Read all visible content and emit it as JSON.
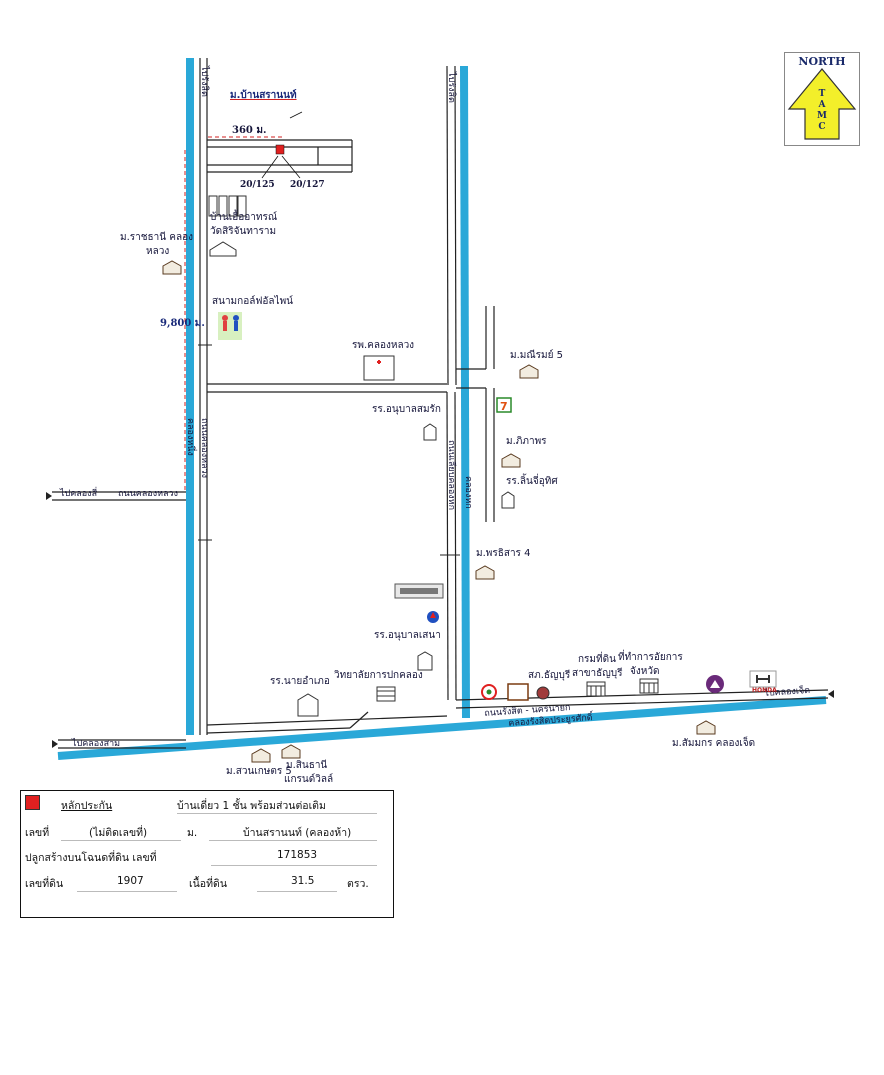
{
  "compass": {
    "label": "NORTH",
    "code": "TAMC"
  },
  "property": {
    "village_label": "ม.บ้านสรานนท์",
    "distance_short": "360 ม.",
    "distance_long": "9,800 ม.",
    "plot_a": "20/125",
    "plot_b": "20/127"
  },
  "roads": {
    "left_north": "ไปรังสิต",
    "right_north": "ไปรังสิต",
    "left_canal_vertical": "ถนนคลองหลวง",
    "right_canal_vertical": "ถนนเลียบคลองหก",
    "canal_left": "คลองหนึ่ง",
    "canal_right": "คลองหก",
    "to_klong_si": "ไปคลองสี่",
    "klong_luang_road": "ถนนคลองหลวง",
    "to_klong_sam": "ไปคลองสาม",
    "rangsit_road": "ถนนรังสิต - นครนายก",
    "canal_bottom": "คลองรังสิตประยูรศักดิ์",
    "to_klong_7": "ไปคลองเจ็ด"
  },
  "landmarks": {
    "eua_arthorn": "บ้านเอื้ออาทรณ์",
    "wat": "วัดสิริจันทาราม",
    "ratchathani": "ม.ราชธานี คลอง",
    "ratchathani2": "หลวง",
    "golf": "สนามกอล์ฟอัลไพน์",
    "hospital": "รพ.คลองหลวง",
    "manee": "ม.มณีรมย์ 5",
    "pipaporn": "ม.ภิภาพร",
    "linji": "รร.ลิ้นจี่อุทิศ",
    "kindergarten": "รร.อนุบาลสมรัก",
    "pornsiri": "ม.พรธิสาร 4",
    "anuban_sena": "รร.อนุบาลเสนา",
    "nai_amphur": "รร.นายอำเภอ",
    "college": "วิทยาลัยการปกคลอง",
    "suan_kaset": "ม.สวนเกษตร 5",
    "suanthani": "ม.สินธานี",
    "grand_ville": "แกรนด์วิลล์",
    "sor_kor": "สภ.ธัญบุรี",
    "land_dept": "กรมที่ดิน",
    "land_dept2": "สาขาธัญบุรี",
    "provincial": "ที่ทำการอัยการ",
    "provincial2": "จังหวัด",
    "sammakorn": "ม.สัมมกร คลองเจ็ด",
    "honda": "HONDA",
    "seven": "7"
  },
  "info": {
    "legend_title": "หลักประกัน",
    "house_type": "บ้านเดี่ยว 1 ชั้น พร้อมส่วนต่อเติม",
    "no_label": "เลขที่",
    "no_value": "(ไม่ติดเลขที่)",
    "moo_label": "ม.",
    "village_value": "บ้านสรานนท์ (คลองห้า)",
    "deed_label": "ปลูกสร้างบนโฉนดที่ดิน เลขที่",
    "deed_value": "171853",
    "land_no_label": "เลขที่ดิน",
    "land_no_value": "1907",
    "area_label": "เนื้อที่ดิน",
    "area_value": "31.5",
    "area_unit": "ตรว."
  },
  "colors": {
    "canal": "#2aa8d8",
    "road": "#222222",
    "marker": "#e02020",
    "compass": "#f3ef2a",
    "label": "#15153a"
  }
}
